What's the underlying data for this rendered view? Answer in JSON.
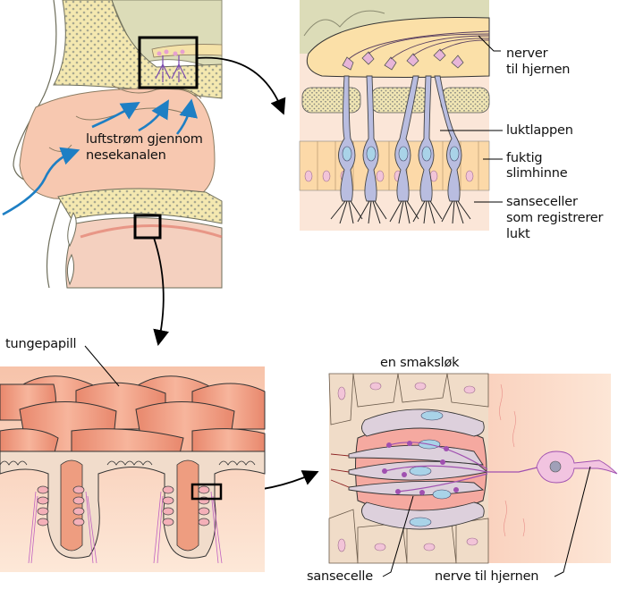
{
  "panels": {
    "nose": {
      "labels": {
        "airflow_line1": "luftstrøm gjennom",
        "airflow_line2": "nesekanalen"
      }
    },
    "olfactory": {
      "labels": {
        "nerves_line1": "nerver",
        "nerves_line2": "til hjernen",
        "olfactory_bulb": "luktlappen",
        "mucosa_line1": "fuktig",
        "mucosa_line2": "slimhinne",
        "receptors_line1": "sanseceller",
        "receptors_line2": "som registrerer",
        "receptors_line3": "lukt"
      }
    },
    "tongue": {
      "labels": {
        "papilla": "tungepapill"
      }
    },
    "taste_bud": {
      "title": "en smaksløk",
      "labels": {
        "sensory_cell": "sansecelle",
        "nerve": "nerve til hjernen"
      }
    }
  },
  "colors": {
    "skin": "#f6c9b0",
    "bone": "#f4e8b0",
    "brain": "#dcdcb8",
    "mucosa": "#f9cbb3",
    "papilla": "#ec9a80",
    "receptor": "#b9bde0",
    "nucleus": "#a9d3e8",
    "neuron": "#e7b5d8",
    "airflow": "#1e7fc4",
    "nerve_purple": "#a050b0"
  }
}
